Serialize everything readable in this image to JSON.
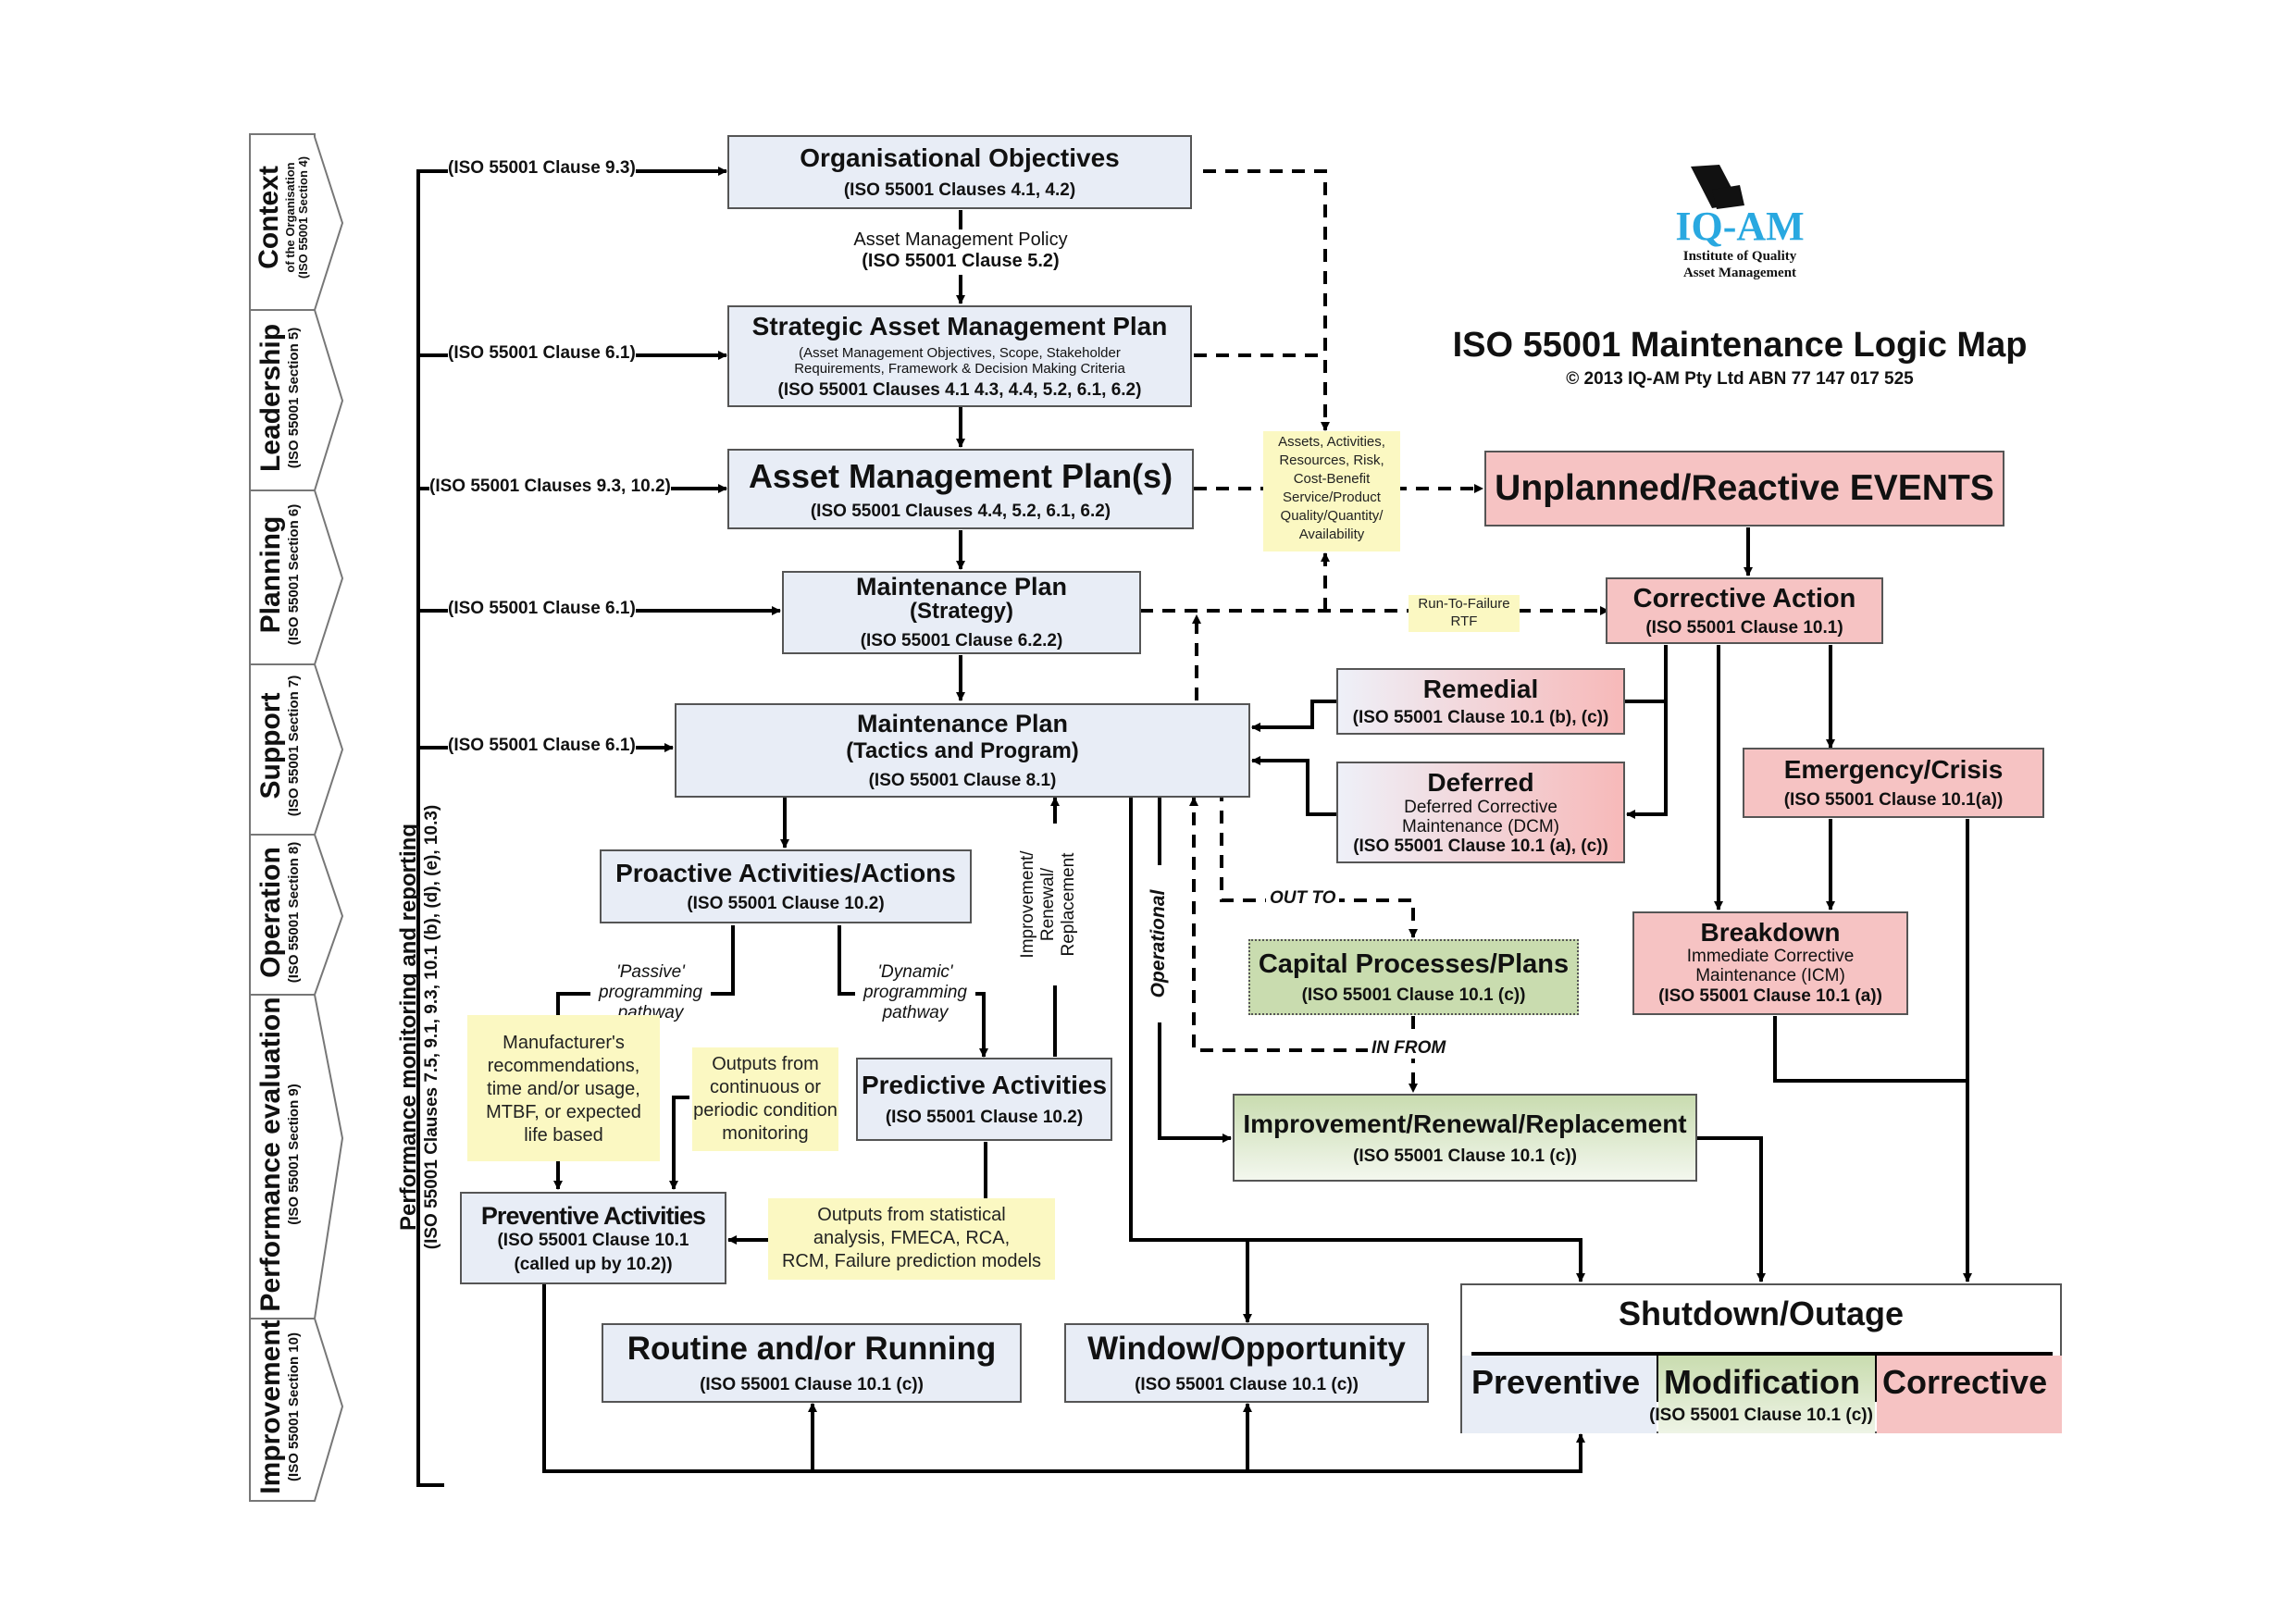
{
  "title": "ISO 55001 Maintenance Logic Map",
  "copyright": "© 2013 IQ-AM Pty Ltd ABN 77 147 017 525",
  "logo": {
    "name": "IQ-AM",
    "line1": "Institute of Quality",
    "line2": "Asset Management"
  },
  "sidebar": [
    {
      "label": "Context",
      "sub1": "of the Organisation",
      "sub2": "(ISO 55001 Section 4)"
    },
    {
      "label": "Leadership",
      "sub1": "(ISO 55001 Section 5)"
    },
    {
      "label": "Planning",
      "sub1": "(ISO 55001 Section 6)"
    },
    {
      "label": "Support",
      "sub1": "(ISO 55001 Section 7)"
    },
    {
      "label": "Operation",
      "sub1": "(ISO 55001 Section 8)"
    },
    {
      "label": "Performance evaluation",
      "sub1": "(ISO 55001 Section 9)"
    },
    {
      "label": "Improvement",
      "sub1": "(ISO 55001 Section 10)"
    }
  ],
  "monitoring": {
    "line1": "Performance monitoring and reporting",
    "line2": "(ISO 55001 Clauses 7.5, 9.1, 9.3, 10.1 (b), (d), (e), 10.3)"
  },
  "feedback_labels": [
    "(ISO 55001 Clause 9.3)",
    "(ISO 55001 Clause 6.1)",
    "(ISO 55001 Clauses 9.3, 10.2)",
    "(ISO 55001 Clause 6.1)",
    "(ISO 55001 Clause 6.1)"
  ],
  "boxes": {
    "org_objectives": {
      "title": "Organisational Objectives",
      "clause": "(ISO 55001 Clauses 4.1, 4.2)"
    },
    "am_policy": {
      "title": "Asset Management Policy",
      "clause": "(ISO 55001 Clause 5.2)"
    },
    "samp": {
      "title": "Strategic Asset Management Plan",
      "desc1": "(Asset Management Objectives, Scope, Stakeholder",
      "desc2": "Requirements, Framework & Decision Making Criteria",
      "clause": "(ISO 55001 Clauses 4.1 4.3, 4.4, 5.2, 6.1, 6.2)"
    },
    "amp": {
      "title": "Asset Management Plan(s)",
      "clause": "(ISO 55001 Clauses 4.4, 5.2, 6.1, 6.2)"
    },
    "mp_strategy": {
      "title": "Maintenance Plan",
      "sub": "(Strategy)",
      "clause": "(ISO 55001 Clause 6.2.2)"
    },
    "mp_tactics": {
      "title": "Maintenance Plan",
      "sub": "(Tactics and Program)",
      "clause": "(ISO 55001 Clause 8.1)"
    },
    "proactive": {
      "title": "Proactive Activities/Actions",
      "clause": "(ISO 55001 Clause 10.2)"
    },
    "predictive": {
      "title": "Predictive Activities",
      "clause": "(ISO 55001 Clause 10.2)"
    },
    "preventive": {
      "title": "Preventive Activities",
      "clause1": "(ISO 55001 Clause 10.1",
      "clause2": "(called up by 10.2))"
    },
    "routine": {
      "title": "Routine and/or Running",
      "clause": "(ISO 55001 Clause 10.1 (c))"
    },
    "window": {
      "title": "Window/Opportunity",
      "clause": "(ISO 55001 Clause 10.1 (c))"
    },
    "unplanned": {
      "title": "Unplanned/Reactive EVENTS"
    },
    "corrective": {
      "title": "Corrective Action",
      "clause": "(ISO 55001 Clause 10.1)"
    },
    "remedial": {
      "title": "Remedial",
      "clause": "(ISO 55001 Clause 10.1 (b), (c))"
    },
    "deferred": {
      "title": "Deferred",
      "desc1": "Deferred Corrective",
      "desc2": "Maintenance (DCM)",
      "clause": "(ISO 55001 Clause 10.1 (a), (c))"
    },
    "emergency": {
      "title": "Emergency/Crisis",
      "clause": "(ISO 55001 Clause 10.1(a))"
    },
    "breakdown": {
      "title": "Breakdown",
      "desc1": "Immediate Corrective",
      "desc2": "Maintenance (ICM)",
      "clause": "(ISO 55001 Clause 10.1 (a))"
    },
    "capital": {
      "title": "Capital Processes/Plans",
      "clause": "(ISO 55001 Clause 10.1 (c))"
    },
    "improvement": {
      "title": "Improvement/Renewal/Replacement",
      "clause": "(ISO 55001 Clause 10.1 (c))"
    },
    "shutdown": {
      "title": "Shutdown/Outage",
      "c1": "Preventive",
      "c2": "Modification",
      "c3": "Corrective",
      "clause": "(ISO 55001 Clause 10.1 (c))"
    }
  },
  "notes": {
    "assets": [
      "Assets, Activities,",
      "Resources, Risk,",
      "Cost-Benefit",
      "Service/Product",
      "Quality/Quantity/",
      "Availability"
    ],
    "rtf": [
      "Run-To-Failure",
      "RTF"
    ],
    "manufacturer": [
      "Manufacturer's",
      "recommendations,",
      "time and/or usage,",
      "MTBF, or expected",
      "life based"
    ],
    "outputs_cont": [
      "Outputs from",
      "continuous or",
      "periodic condition",
      "monitoring"
    ],
    "outputs_stat": [
      "Outputs from statistical",
      "analysis, FMECA, RCA,",
      "RCM, Failure prediction models"
    ]
  },
  "labels": {
    "passive": [
      "'Passive'",
      "programming",
      "pathway"
    ],
    "dynamic": [
      "'Dynamic'",
      "programming",
      "pathway"
    ],
    "irr_vertical": [
      "Improvement/",
      "Renewal/",
      "Replacement"
    ],
    "operational": "Operational",
    "out_to": "OUT TO",
    "in_from": "IN FROM"
  },
  "colors": {
    "blue_box": "#e8edf6",
    "pink_box": "#f6c3c3",
    "green_box": "#c9dcaf",
    "note": "#fbf8c2",
    "brand": "#29a8e0"
  }
}
